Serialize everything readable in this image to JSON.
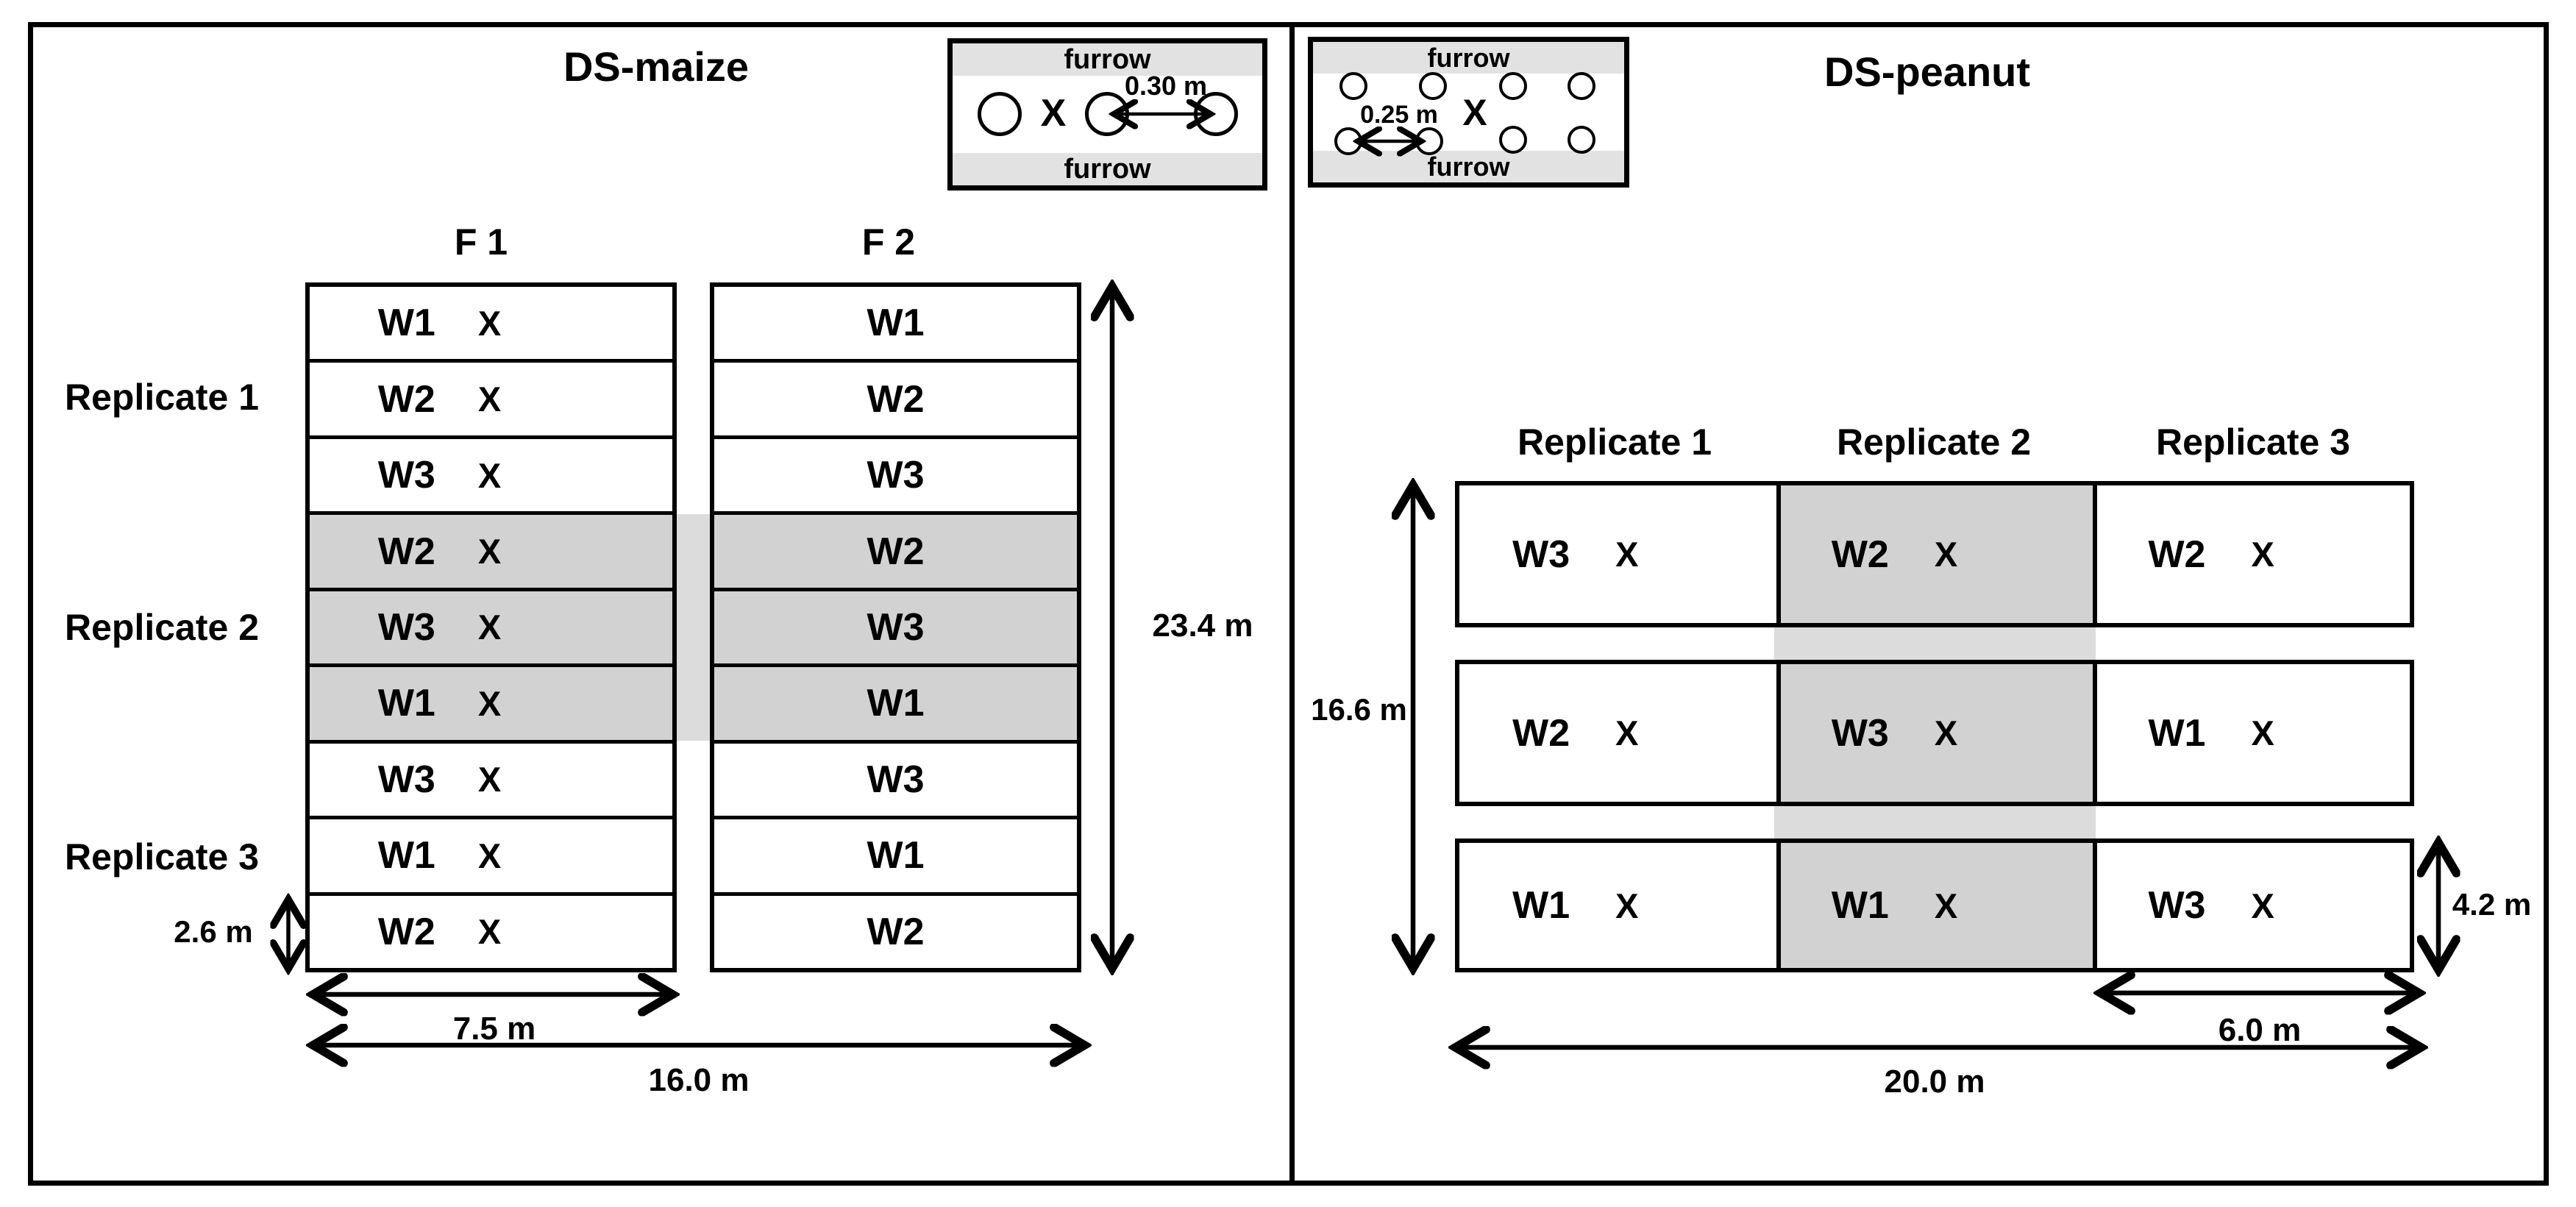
{
  "left_panel": {
    "title": "DS-maize",
    "inset": {
      "furrow_top": "furrow",
      "furrow_bottom": "furrow",
      "spacing_label": "0.30 m",
      "x_mark": "X",
      "circle_count": 3
    },
    "column_headers": [
      "F 1",
      "F 2"
    ],
    "replicate_labels": [
      "Replicate 1",
      "Replicate 2",
      "Replicate 3"
    ],
    "f1_rows": [
      {
        "w": "W1",
        "x": "X",
        "shaded": false
      },
      {
        "w": "W2",
        "x": "X",
        "shaded": false
      },
      {
        "w": "W3",
        "x": "X",
        "shaded": false
      },
      {
        "w": "W2",
        "x": "X",
        "shaded": true
      },
      {
        "w": "W3",
        "x": "X",
        "shaded": true
      },
      {
        "w": "W1",
        "x": "X",
        "shaded": true
      },
      {
        "w": "W3",
        "x": "X",
        "shaded": false
      },
      {
        "w": "W1",
        "x": "X",
        "shaded": false
      },
      {
        "w": "W2",
        "x": "X",
        "shaded": false
      }
    ],
    "f2_rows": [
      {
        "w": "W1",
        "shaded": false
      },
      {
        "w": "W2",
        "shaded": false
      },
      {
        "w": "W3",
        "shaded": false
      },
      {
        "w": "W2",
        "shaded": true
      },
      {
        "w": "W3",
        "shaded": true
      },
      {
        "w": "W1",
        "shaded": true
      },
      {
        "w": "W3",
        "shaded": false
      },
      {
        "w": "W1",
        "shaded": false
      },
      {
        "w": "W2",
        "shaded": false
      }
    ],
    "dims": {
      "total_height": "23.4 m",
      "row_height": "2.6 m",
      "column_width": "7.5 m",
      "total_width": "16.0 m"
    }
  },
  "right_panel": {
    "title": "DS-peanut",
    "inset": {
      "furrow_top": "furrow",
      "furrow_bottom": "furrow",
      "spacing_label": "0.25 m",
      "x_mark": "X",
      "top_circle_count": 4,
      "bottom_circle_count": 4
    },
    "column_headers": [
      "Replicate 1",
      "Replicate 2",
      "Replicate 3"
    ],
    "rows": [
      [
        {
          "w": "W3",
          "x": "X",
          "shaded": false
        },
        {
          "w": "W2",
          "x": "X",
          "shaded": true
        },
        {
          "w": "W2",
          "x": "X",
          "shaded": false
        }
      ],
      [
        {
          "w": "W2",
          "x": "X",
          "shaded": false
        },
        {
          "w": "W3",
          "x": "X",
          "shaded": true
        },
        {
          "w": "W1",
          "x": "X",
          "shaded": false
        }
      ],
      [
        {
          "w": "W1",
          "x": "X",
          "shaded": false
        },
        {
          "w": "W1",
          "x": "X",
          "shaded": true
        },
        {
          "w": "W3",
          "x": "X",
          "shaded": false
        }
      ]
    ],
    "dims": {
      "total_height": "16.6 m",
      "row_height": "4.2 m",
      "column_width": "6.0 m",
      "total_width": "20.0 m"
    }
  },
  "colors": {
    "shaded_plot": "#d2d2d2",
    "connector": "#dcdcdc",
    "furrow_band": "#e2e2e2",
    "line": "#000000",
    "background": "#ffffff"
  }
}
